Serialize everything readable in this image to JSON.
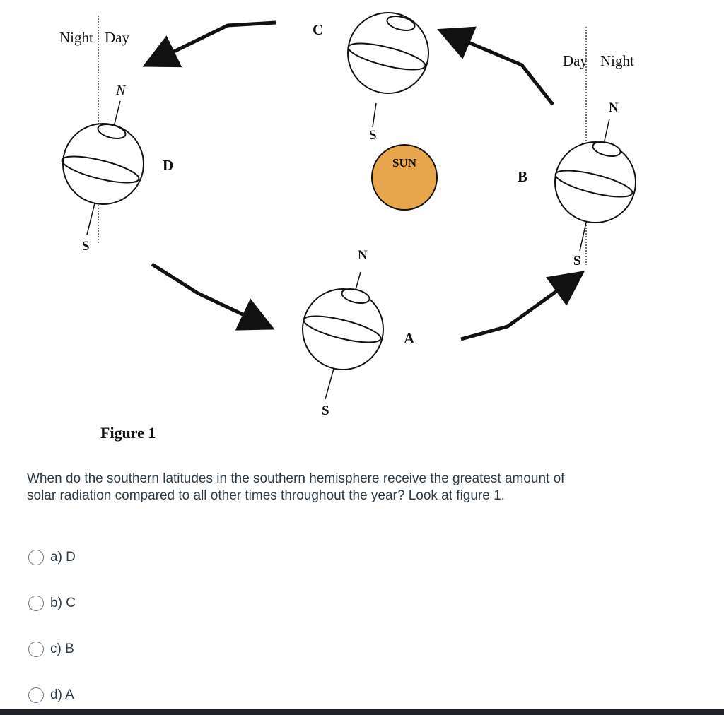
{
  "figure": {
    "caption": "Figure 1",
    "sun_label": "SUN",
    "position_labels": {
      "a": "A",
      "b": "B",
      "c": "C",
      "d": "D"
    },
    "pole_labels": {
      "north": "N",
      "south": "S"
    },
    "left_indicator": {
      "night": "Night",
      "day": "Day"
    },
    "right_indicator": {
      "day": "Day",
      "night": "Night"
    },
    "colors": {
      "sun": "#e8a64c",
      "ink": "#111111"
    }
  },
  "question": {
    "text": "When do the southern latitudes in the southern hemisphere receive the greatest amount of solar radiation compared to all other times throughout the year? Look at figure 1."
  },
  "answers": [
    {
      "label": "a) D"
    },
    {
      "label": "b) C"
    },
    {
      "label": "c) B"
    },
    {
      "label": "d) A"
    }
  ]
}
